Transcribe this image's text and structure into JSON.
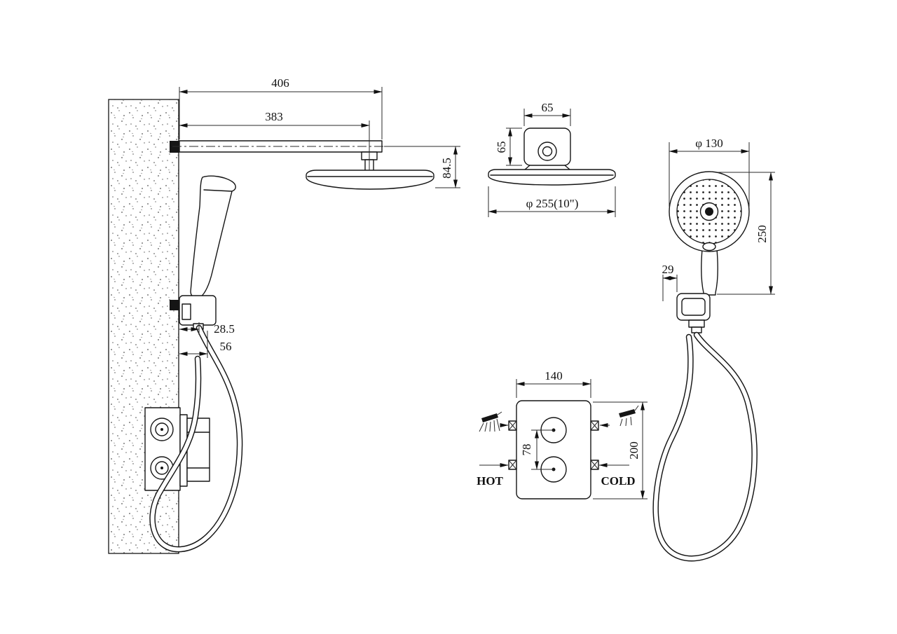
{
  "drawing": {
    "side_view": {
      "dim_arm_overall": "406",
      "dim_arm_to_head": "383",
      "dim_head_drop": "84.5",
      "dim_wall_to_hose": "28.5",
      "dim_wall_to_holder": "56"
    },
    "top_view": {
      "dim_bracket_width": "65",
      "dim_bracket_depth": "65",
      "dim_head_diameter": "φ 255(10\")"
    },
    "valve_view": {
      "dim_width": "140",
      "dim_knob_spacing": "78",
      "dim_height": "200",
      "hot_label": "HOT",
      "cold_label": "COLD"
    },
    "hand_shower_view": {
      "dim_head_diameter": "φ 130",
      "dim_length": "250",
      "dim_offset": "29"
    }
  }
}
